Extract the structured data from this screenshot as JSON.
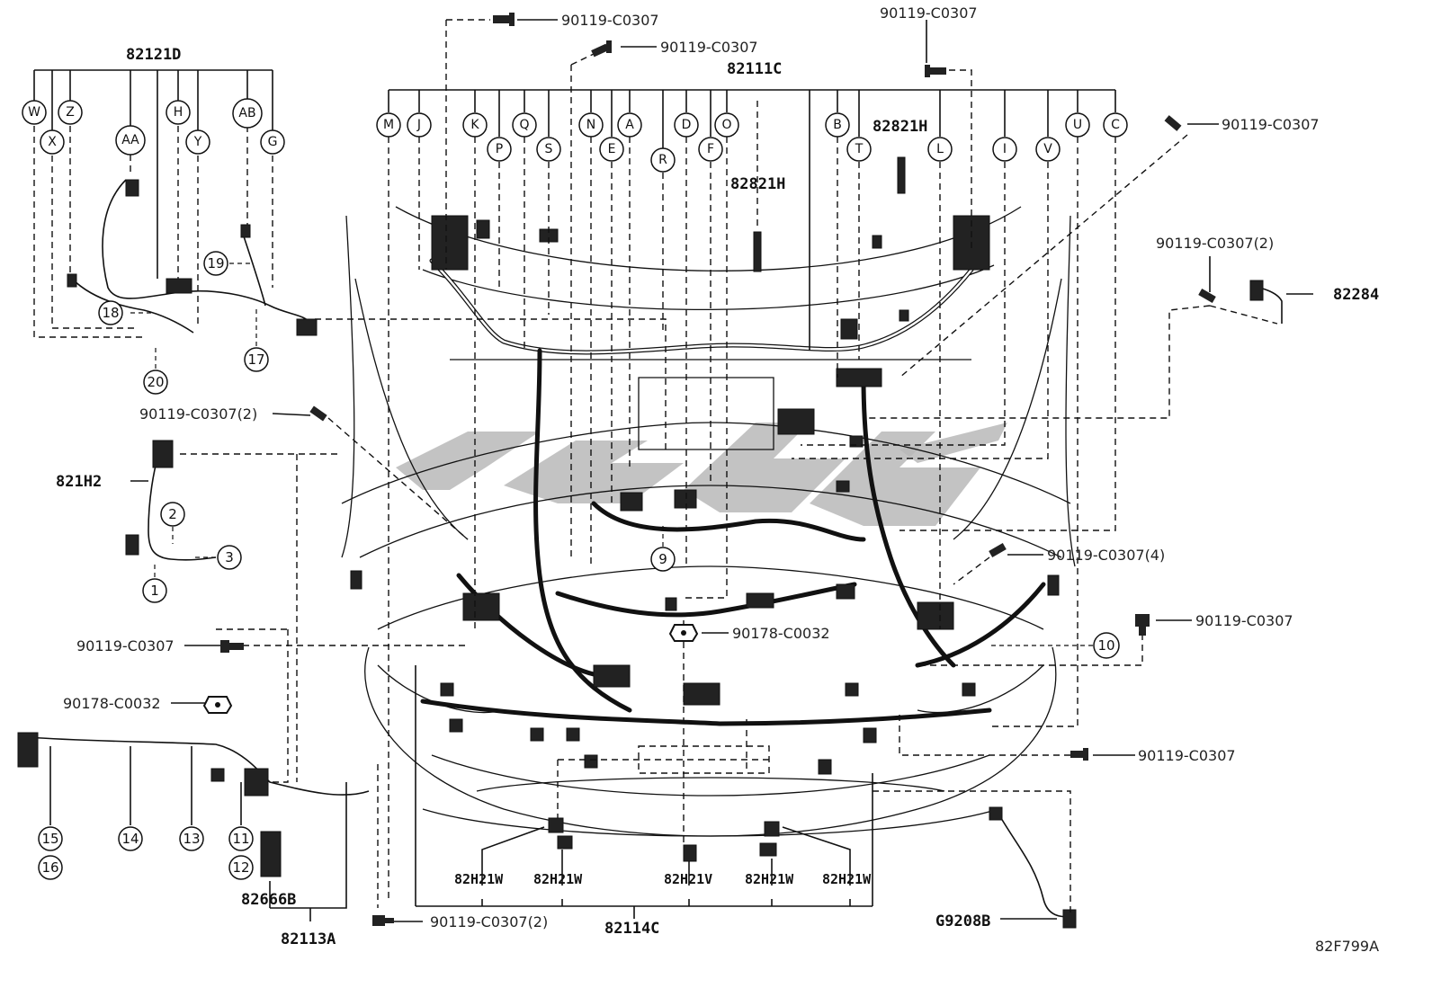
{
  "diagram": {
    "harnesses": {
      "h82121D": "82121D",
      "h82111C": "82111C",
      "h82821H_a": "82821H",
      "h82821H_b": "82821H",
      "h82284": "82284",
      "h821H2": "821H2",
      "h82666B": "82666B",
      "h82113A": "82113A",
      "h82114C": "82114C",
      "hG9208B": "G9208B",
      "h82H21W_1": "82H21W",
      "h82H21W_2": "82H21W",
      "h82H21V": "82H21V",
      "h82H21W_3": "82H21W",
      "h82H21W_4": "82H21W"
    },
    "fasteners": {
      "f1": "90119-C0307",
      "f2": "90119-C0307",
      "f3": "90119-C0307",
      "f4": "90119-C0307",
      "f5": "90119-C0307(2)",
      "f6": "90119-C0307(2)",
      "f7": "90119-C0307(4)",
      "f8": "90119-C0307",
      "f9": "90119-C0307",
      "f10": "90178-C0032",
      "f11": "90178-C0032",
      "f12": "90119-C0307",
      "f13": "90119-C0307(2)"
    },
    "letters_left": [
      "W",
      "X",
      "Z",
      "AA",
      "H",
      "Y",
      "AB",
      "G"
    ],
    "letters_main": [
      "M",
      "J",
      "K",
      "P",
      "Q",
      "S",
      "N",
      "E",
      "A",
      "R",
      "D",
      "F",
      "O",
      "B",
      "T",
      "L",
      "I",
      "V",
      "U",
      "C"
    ],
    "numbers": {
      "n1": "1",
      "n2": "2",
      "n3": "3",
      "n9": "9",
      "n10": "10",
      "n11": "11",
      "n12": "12",
      "n13": "13",
      "n14": "14",
      "n15": "15",
      "n16": "16",
      "n17": "17",
      "n18": "18",
      "n19": "19",
      "n20": "20"
    },
    "figure_code": "82F799A"
  }
}
